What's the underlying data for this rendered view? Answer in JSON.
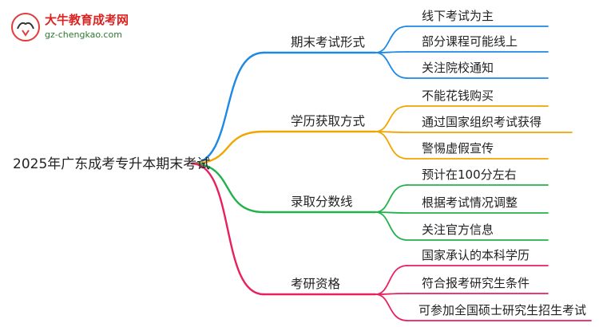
{
  "logo": {
    "name": "大牛教育成考网",
    "url": "gz-chengkao.com",
    "icon": "bull-logo-icon"
  },
  "mindmap": {
    "root": "2025年广东成考专升本期末考试",
    "branches": [
      {
        "label": "期末考试形式",
        "color": "#1e88e5",
        "leaves": [
          "线下考试为主",
          "部分课程可能线上",
          "关注院校通知"
        ]
      },
      {
        "label": "学历获取方式",
        "color": "#f0a500",
        "leaves": [
          "不能花钱购买",
          "通过国家组织考试获得",
          "警惕虚假宣传"
        ]
      },
      {
        "label": "录取分数线",
        "color": "#22b24c",
        "leaves": [
          "预计在100分左右",
          "根据考试情况调整",
          "关注官方信息"
        ]
      },
      {
        "label": "考研资格",
        "color": "#e8215e",
        "leaves": [
          "国家承认的本科学历",
          "符合报考研究生条件",
          "可参加全国硕士研究生招生考试"
        ]
      }
    ]
  }
}
